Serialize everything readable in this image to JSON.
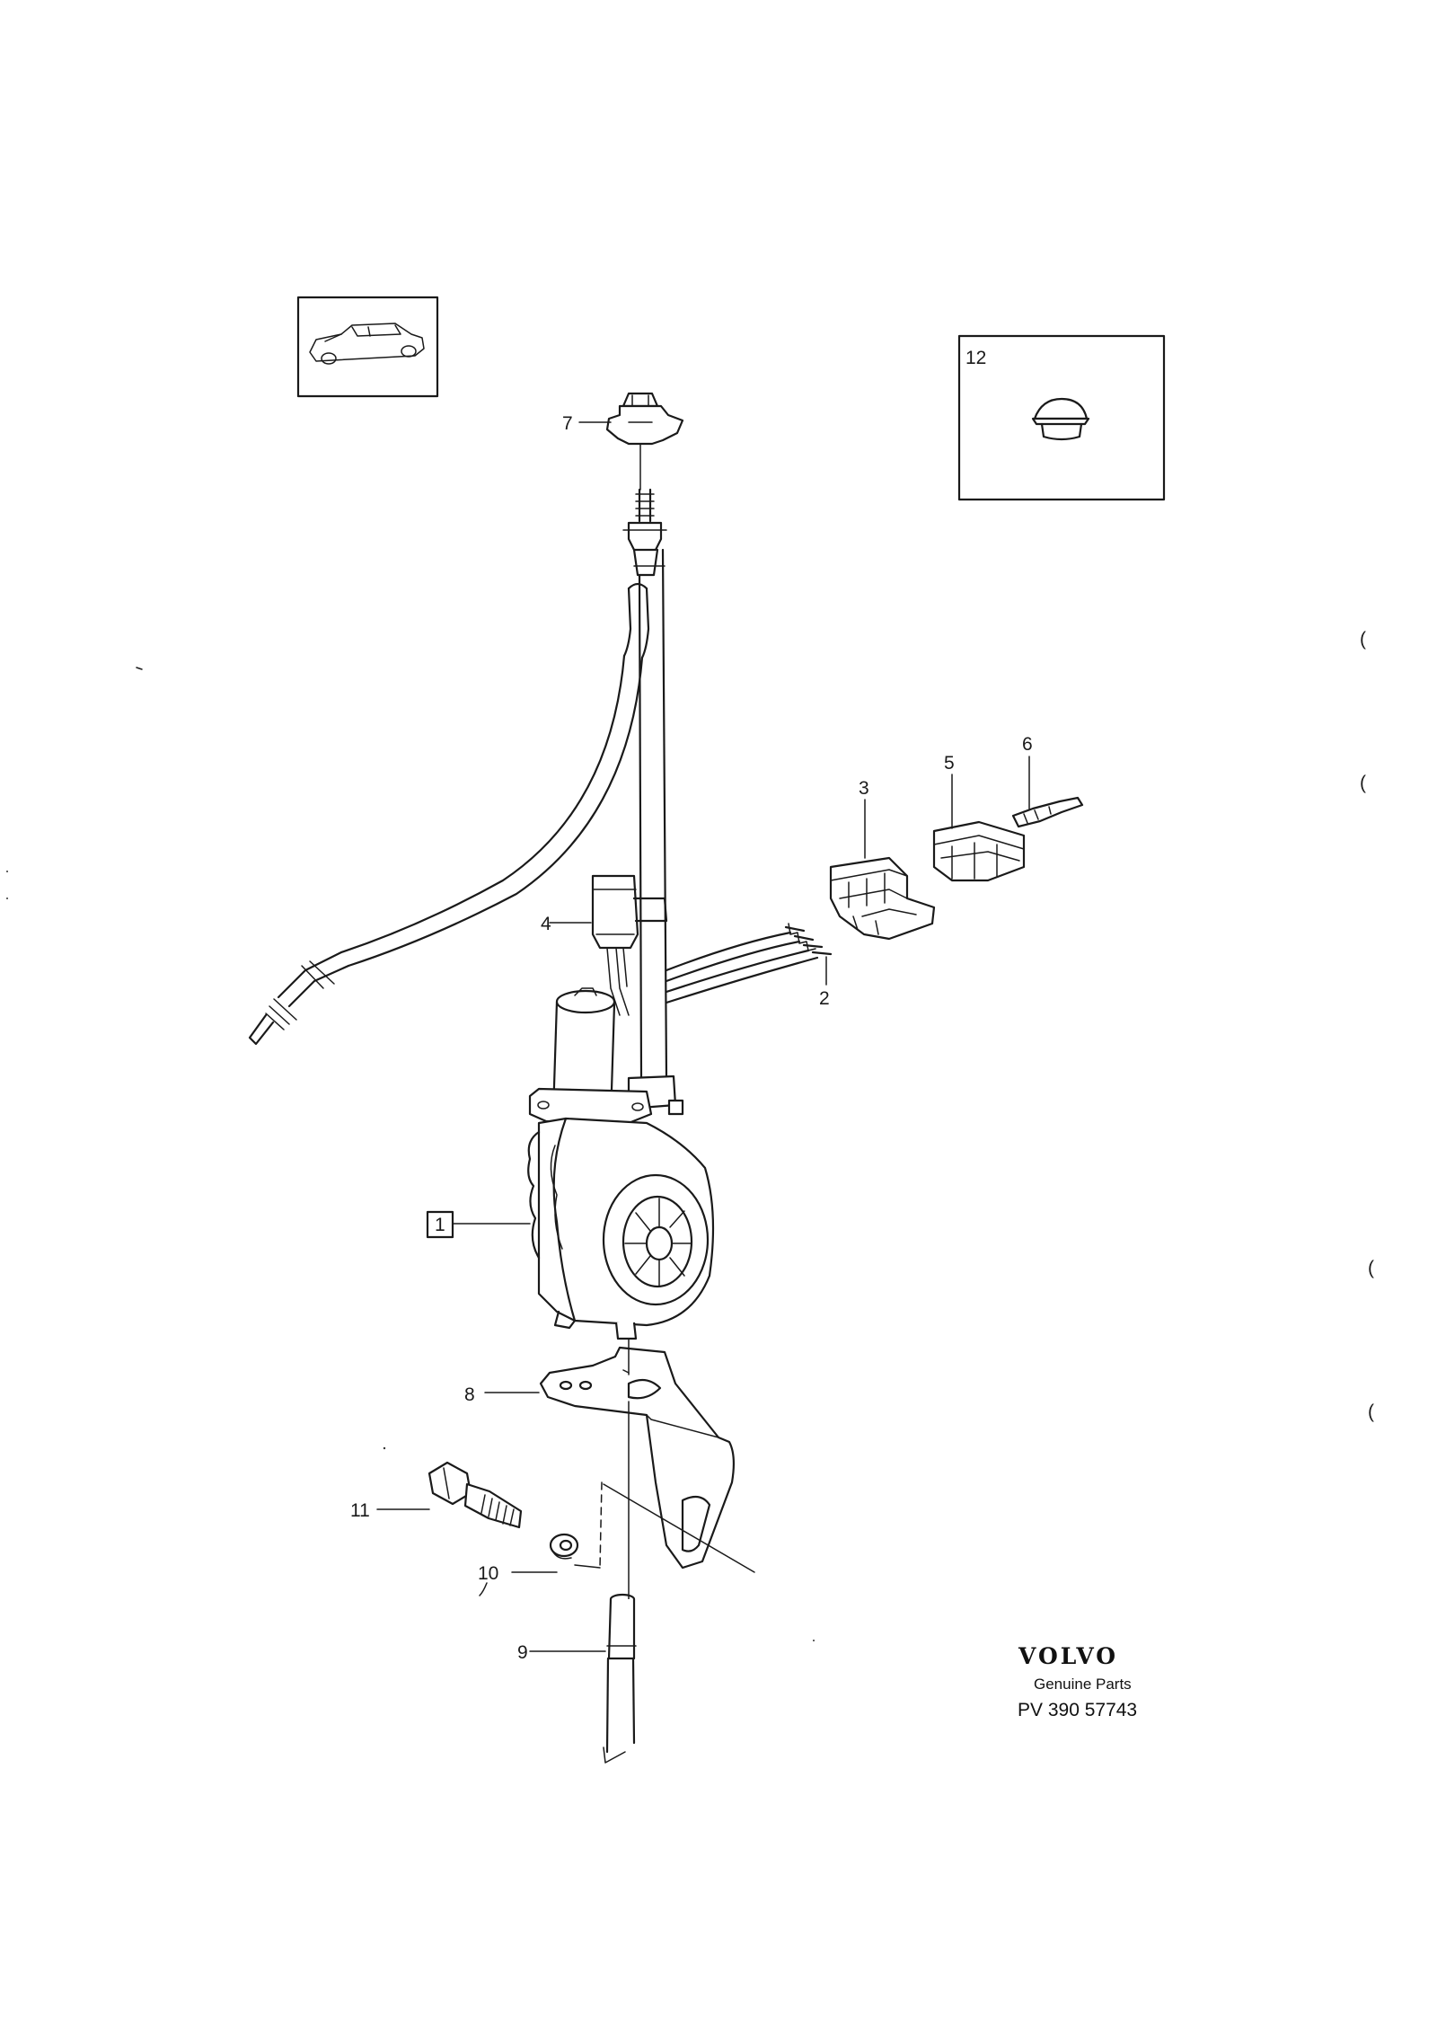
{
  "callouts": {
    "c1": "1",
    "c2": "2",
    "c3": "3",
    "c4": "4",
    "c5": "5",
    "c6": "6",
    "c7": "7",
    "c8": "8",
    "c9": "9",
    "c10": "10",
    "c11": "11",
    "c12": "12"
  },
  "brand": {
    "logo": "VOLVO",
    "tagline": "Genuine Parts",
    "reference": "PV 390 57743"
  },
  "margin_marks": [
    "(",
    "(",
    "(",
    "("
  ],
  "icons": [
    "car-icon",
    "rubber-grommet-icon",
    "antenna-motor-icon"
  ]
}
